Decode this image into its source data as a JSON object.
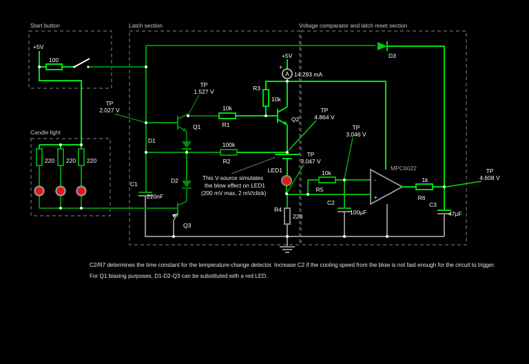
{
  "sections": {
    "start_button": "Start button",
    "candle_light": "Candle light",
    "latch": "Latch section",
    "comparator": "Voltage comparator and latch reset section"
  },
  "power": {
    "vcc_start": "+5V",
    "vcc_main": "+5V"
  },
  "ammeter": {
    "reading": "14.293 mA",
    "symbol": "A",
    "plus": "+"
  },
  "components": {
    "r_start": "100",
    "candle_r_a": "220",
    "candle_r_b": "220",
    "candle_r_c": "220",
    "r1_ref": "R1",
    "r1_val": "10k",
    "r2_ref": "R2",
    "r2_val": "100k",
    "r3_ref": "R3",
    "r3_val": "10k",
    "r4_ref": "R4",
    "r4_val": "220",
    "r5_ref": "R5",
    "r5_val": "10k",
    "r6_ref": "R6",
    "r6_val": "1k",
    "c1_ref": "C1",
    "c1_val": "220nF",
    "c2_ref": "C2",
    "c2_val": "100µF",
    "c3_ref": "C3",
    "c3_val": "47µF",
    "d1": "D1",
    "d2": "D2",
    "d3": "D3",
    "q1": "Q1",
    "q2": "Q2",
    "q3": "Q3",
    "led1": "LED1",
    "opamp_name": "MPC6022",
    "opamp_minus": "-",
    "opamp_plus": "+"
  },
  "test_points": {
    "tp_base": {
      "label": "TP",
      "value": "2.027 V"
    },
    "tp_collector": {
      "label": "TP",
      "value": "1.527 V"
    },
    "tp_emitter": {
      "label": "TP",
      "value": "4.864 V"
    },
    "tp_led": {
      "label": "TP",
      "value": "3.047 V"
    },
    "tp_filter": {
      "label": "TP",
      "value": "3.046 V"
    },
    "tp_output": {
      "label": "TP",
      "value": "4.608 V"
    }
  },
  "notes": {
    "vsource_line1": "This V-source simulates",
    "vsource_line2": "the blow effect on LED1",
    "vsource_line3": "(200 mV max, 2 mV/click)",
    "footer_line1": "C2/R7 determines the time constant for the temperature-change detector. Increase C2 if the cooling speed from the blow is not fast enough for the circuit to trigger.",
    "footer_line2": "For Q1 biasing purposes, D1-D2-Q3 can be substituted with a red LED."
  },
  "colors": {
    "wire_bright": "#00e414",
    "wire_medium": "#00b40e",
    "wire_dim": "#008a0b",
    "ground": "#8c8c8c",
    "led_on": "#ee1111",
    "background": "#000000"
  }
}
